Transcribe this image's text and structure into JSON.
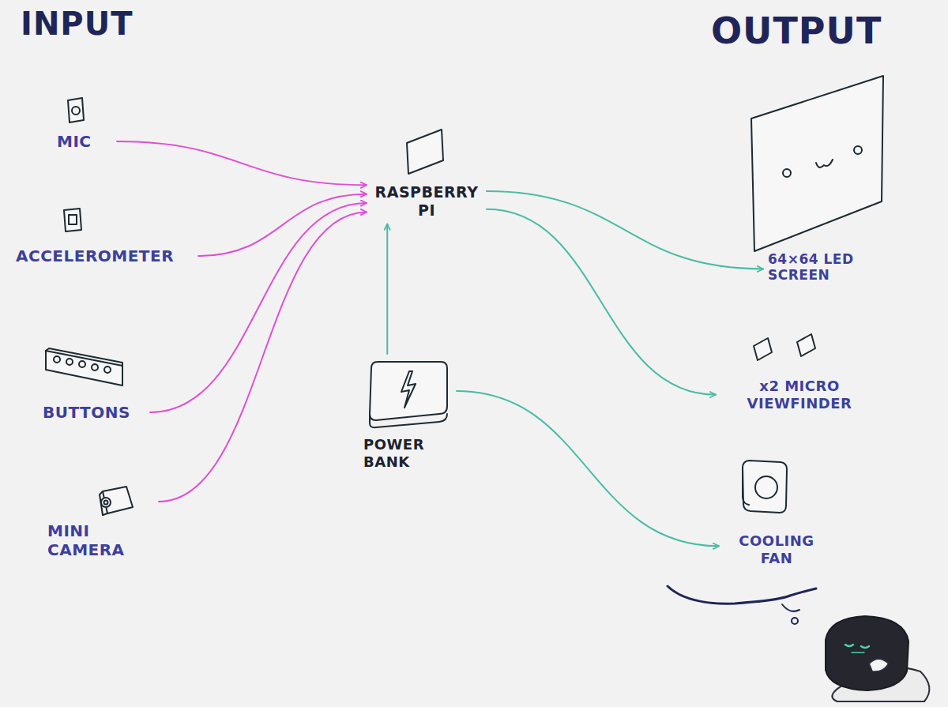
{
  "diagram": {
    "nodes": [
      {
        "text": [
          "MIC"
        ]
      },
      {
        "text": [
          "ACCELEROMETER"
        ]
      },
      {
        "text": [
          "BUTTONS"
        ]
      },
      {
        "text": [
          "MINI CAMERA"
        ]
      },
      {
        "text": [
          "RASPBERRY PI"
        ]
      },
      {
        "text": [
          "POWER BANK"
        ]
      },
      {
        "text": [
          "64×64 LED SCREEN"
        ]
      },
      {
        "text": [
          "x2 MICRO VIEWFINDER"
        ]
      },
      {
        "text": [
          "COOLING FAN"
        ]
      }
    ],
    "edges": [
      {
        "from": 0,
        "to": 4,
        "arrow": "to"
      },
      {
        "from": 1,
        "to": 4,
        "arrow": "to"
      },
      {
        "from": 2,
        "to": 4,
        "arrow": "to"
      },
      {
        "from": 3,
        "to": 4,
        "arrow": "to"
      },
      {
        "from": 5,
        "to": 4,
        "arrow": "to"
      },
      {
        "from": 4,
        "to": 6,
        "arrow": "to"
      },
      {
        "from": 4,
        "to": 7,
        "arrow": "to"
      },
      {
        "from": 5,
        "to": 8,
        "arrow": "to"
      }
    ],
    "labels": [
      "INPUT",
      "OUTPUT"
    ]
  }
}
